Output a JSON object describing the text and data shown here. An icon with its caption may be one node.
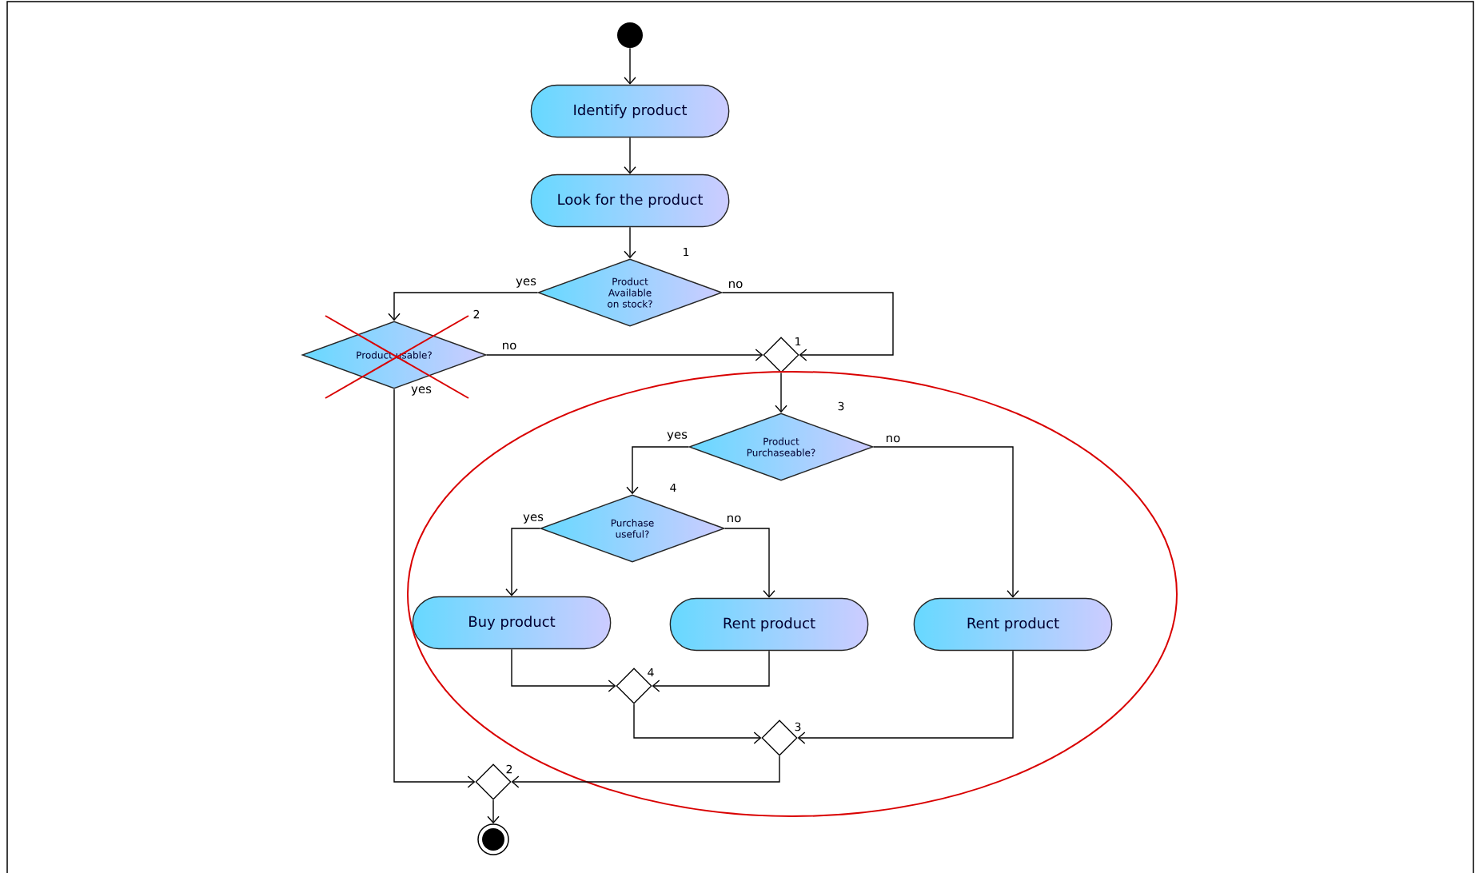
{
  "diagram": {
    "nodes": [
      {
        "text": [],
        "shape": "circle"
      },
      {
        "text": [
          "Identify product"
        ]
      },
      {
        "text": [
          "Look for the product"
        ]
      },
      {
        "text": [
          "Product Available on stock?"
        ],
        "beside": [
          "1"
        ]
      },
      {
        "text": [
          "Product usable?"
        ],
        "beside": [
          "2"
        ]
      },
      {
        "text": [],
        "shape": "diamond",
        "beside": [
          "1"
        ]
      },
      {
        "text": [
          "Product Purchaseable?"
        ],
        "beside": [
          "3"
        ]
      },
      {
        "text": [
          "Purchase useful?"
        ],
        "beside": [
          "4"
        ]
      },
      {
        "text": [
          "Buy product"
        ]
      },
      {
        "text": [
          "Rent product"
        ]
      },
      {
        "text": [
          "Rent product"
        ]
      },
      {
        "text": [],
        "shape": "diamond",
        "beside": [
          "4"
        ]
      },
      {
        "text": [],
        "shape": "diamond",
        "beside": [
          "3"
        ]
      },
      {
        "text": [],
        "shape": "diamond",
        "beside": [
          "2"
        ]
      },
      {
        "text": [],
        "shape": "circle"
      }
    ],
    "edges": [
      {
        "from": 0,
        "to": 1,
        "arrow": "to"
      },
      {
        "from": 1,
        "to": 2,
        "arrow": "to"
      },
      {
        "from": 2,
        "to": 3,
        "arrow": "to"
      },
      {
        "from": 3,
        "to": 4,
        "arrow": "to",
        "label": "yes"
      },
      {
        "from": 3,
        "to": 5,
        "arrow": "to",
        "label": "no"
      },
      {
        "from": 4,
        "to": 5,
        "arrow": "to",
        "label": "no"
      },
      {
        "from": 4,
        "to": 13,
        "arrow": "to",
        "label": "yes"
      },
      {
        "from": 5,
        "to": 6,
        "arrow": "to"
      },
      {
        "from": 6,
        "to": 7,
        "arrow": "to",
        "label": "yes"
      },
      {
        "from": 6,
        "to": 10,
        "arrow": "to",
        "label": "no"
      },
      {
        "from": 7,
        "to": 8,
        "arrow": "to",
        "label": "yes"
      },
      {
        "from": 7,
        "to": 9,
        "arrow": "to",
        "label": "no"
      },
      {
        "from": 8,
        "to": 11,
        "arrow": "to"
      },
      {
        "from": 9,
        "to": 11,
        "arrow": "to"
      },
      {
        "from": 10,
        "to": 12,
        "arrow": "to"
      },
      {
        "from": 11,
        "to": 12,
        "arrow": "to"
      },
      {
        "from": 12,
        "to": 13,
        "arrow": "to"
      },
      {
        "from": 13,
        "to": 14,
        "arrow": "to"
      }
    ]
  }
}
